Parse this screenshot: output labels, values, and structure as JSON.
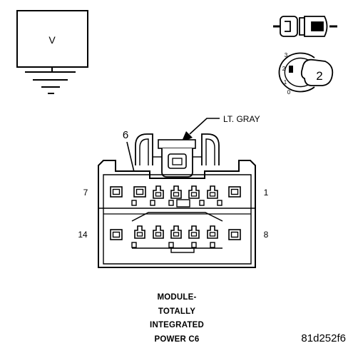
{
  "meter": {
    "symbol": "V"
  },
  "key_positions": {
    "labels": [
      "3",
      "2",
      "1",
      "0"
    ],
    "selected": "2"
  },
  "connector": {
    "color_label": "LT. GRAY",
    "callout_pin": "6",
    "pin_labels": {
      "top_left": "7",
      "top_right": "1",
      "bottom_left": "14",
      "bottom_right": "8"
    }
  },
  "caption": {
    "lines": [
      "MODULE-",
      "TOTALLY",
      "INTEGRATED",
      "POWER C6"
    ]
  },
  "figure_code": "81d252f6"
}
